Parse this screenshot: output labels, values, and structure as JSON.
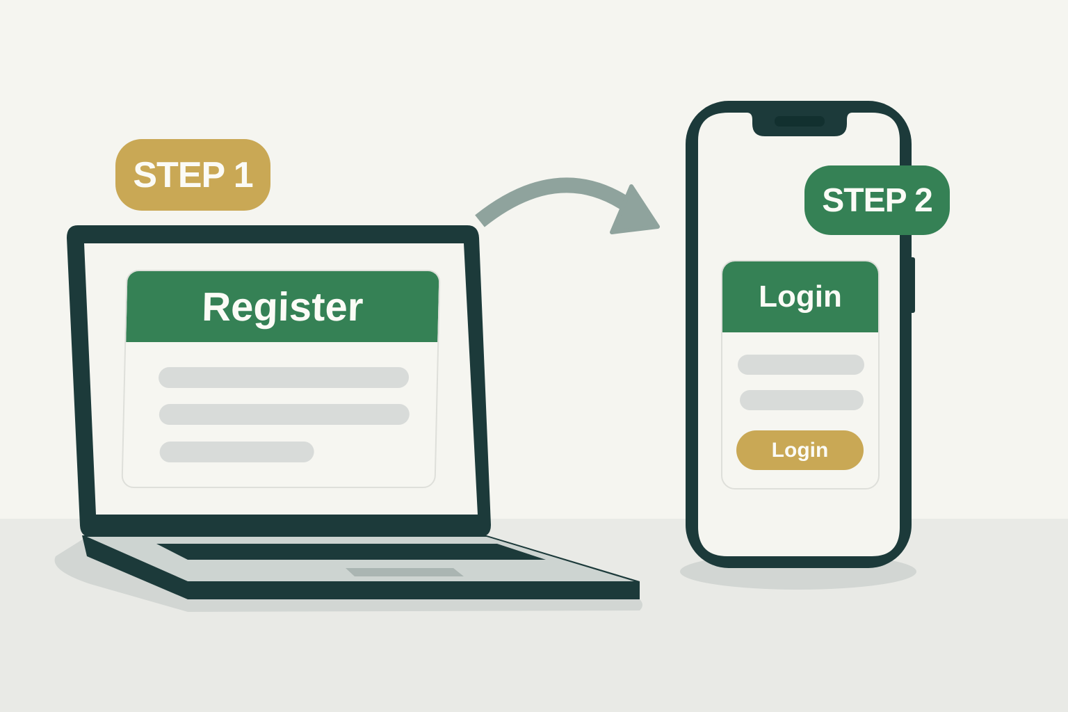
{
  "colors": {
    "background": "#f5f5f0",
    "floor": "#e9eae6",
    "device_frame": "#1c3a3a",
    "green": "#358155",
    "gold": "#c9a855",
    "field": "#d8dbd9",
    "arrow": "#8fa39d"
  },
  "step1": {
    "badge_label": "STEP 1",
    "device": "laptop",
    "form": {
      "title": "Register",
      "fields": [
        "",
        "",
        ""
      ]
    }
  },
  "step2": {
    "badge_label": "STEP 2",
    "device": "phone",
    "form": {
      "title": "Login",
      "fields": [
        "",
        ""
      ],
      "button_label": "Login"
    }
  },
  "connector": {
    "icon": "curved-arrow-right-icon"
  }
}
